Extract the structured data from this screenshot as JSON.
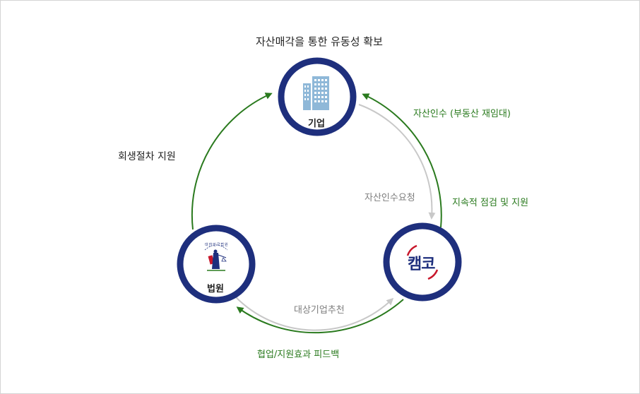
{
  "title": "자산매각을 통한 유동성 확보",
  "nodes": {
    "company": {
      "label": "기업",
      "icon": "building-icon"
    },
    "court": {
      "label": "법원",
      "icon": "court-emblem-icon",
      "emblem_text": "대한민국법원"
    },
    "kamco": {
      "label": "캠코",
      "icon": "kamco-logo-icon"
    }
  },
  "edges": {
    "rehab_support": "회생절차 지원",
    "asset_acquisition": "자산인수 (부동산 재임대)",
    "acquisition_request": "자산인수요청",
    "ongoing_support": "지속적 점검 및 지원",
    "target_recommend": "대상기업추천",
    "cooperation_feedback": "협업/지원효과 피드백"
  },
  "colors": {
    "ring": "#1e2f7d",
    "green_arrow": "#2a7a1e",
    "gray_arrow": "#c8c8c8",
    "building": "#8fb8d8",
    "kamco_red": "#c8172b",
    "kamco_navy": "#1e2f7d"
  }
}
